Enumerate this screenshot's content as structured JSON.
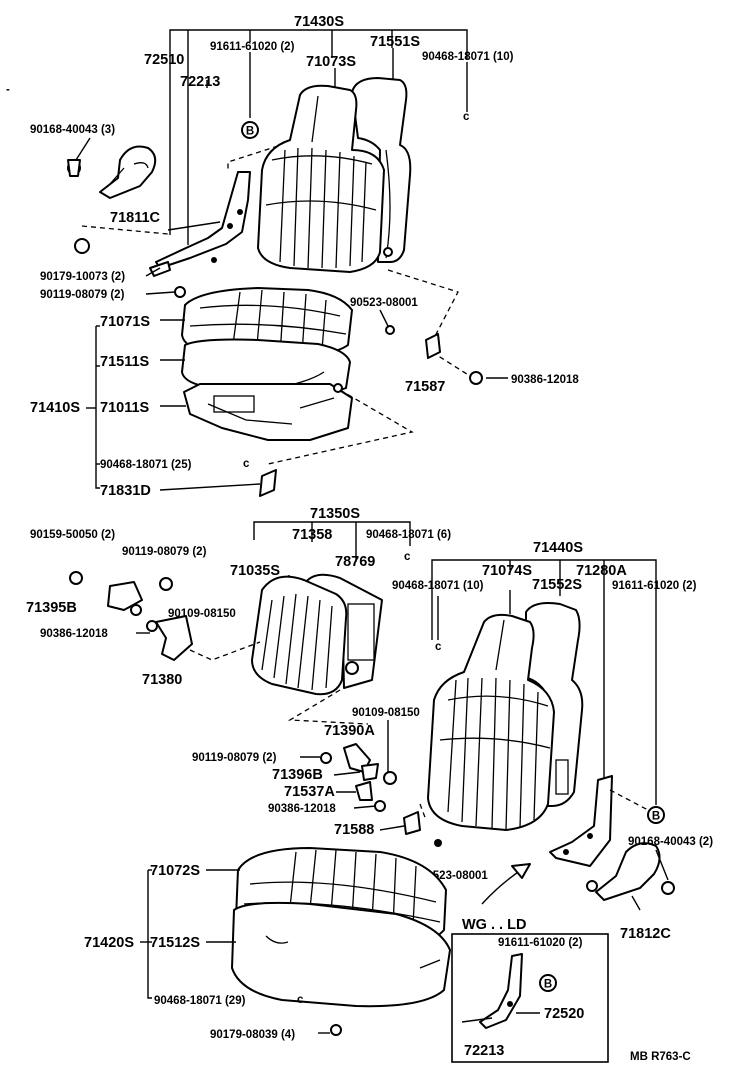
{
  "diagram_code": "MB  R763-C",
  "inset_label": "WG . . LD",
  "labels": {
    "l71430S": "71430S",
    "l72510": "72510",
    "l91611_a": "91611-61020 (2)",
    "l71551S": "71551S",
    "l71073S": "71073S",
    "l90468_a": "90468-18071 (10)",
    "l72213_a": "72213",
    "l90168_a": "90168-40043 (3)",
    "l71811C": "71811C",
    "l90179_a": "90179-10073 (2)",
    "l90119_a": "90119-08079 (2)",
    "l90523_a": "90523-08001",
    "l71071S": "71071S",
    "l71511S": "71511S",
    "l71410S": "71410S",
    "l71011S": "71011S",
    "l71587": "71587",
    "l90386_a": "90386-12018",
    "l90468_b": "90468-18071 (25)",
    "l71831D": "71831D",
    "l71350S": "71350S",
    "l71358": "71358",
    "l90468_c": "90468-18071 (6)",
    "l71035S": "71035S",
    "l78769": "78769",
    "l90159": "90159-50050 (2)",
    "l90119_b": "90119-08079 (2)",
    "l71395B": "71395B",
    "l90109_a": "90109-08150",
    "l90386_b": "90386-12018",
    "l71380": "71380",
    "l71440S": "71440S",
    "l71074S": "71074S",
    "l71280A": "71280A",
    "l90468_d": "90468-18071 (10)",
    "l71552S": "71552S",
    "l91611_b": "91611-61020 (2)",
    "l90109_b": "90109-08150",
    "l71390A": "71390A",
    "l90119_c": "90119-08079 (2)",
    "l71396B": "71396B",
    "l71537A": "71537A",
    "l90386_c": "90386-12018",
    "l71588": "71588",
    "l90523_b": "90523-08001",
    "l90168_b": "90168-40043 (2)",
    "l71812C": "71812C",
    "l71072S": "71072S",
    "l71420S": "71420S",
    "l71512S": "71512S",
    "l90468_e": "90468-18071 (29)",
    "l90179_b": "90179-08039 (4)",
    "l91611_c": "91611-61020 (2)",
    "l72520": "72520",
    "l72213_b": "72213"
  },
  "markers": {
    "b_circle": "B",
    "c_clip": "c"
  }
}
